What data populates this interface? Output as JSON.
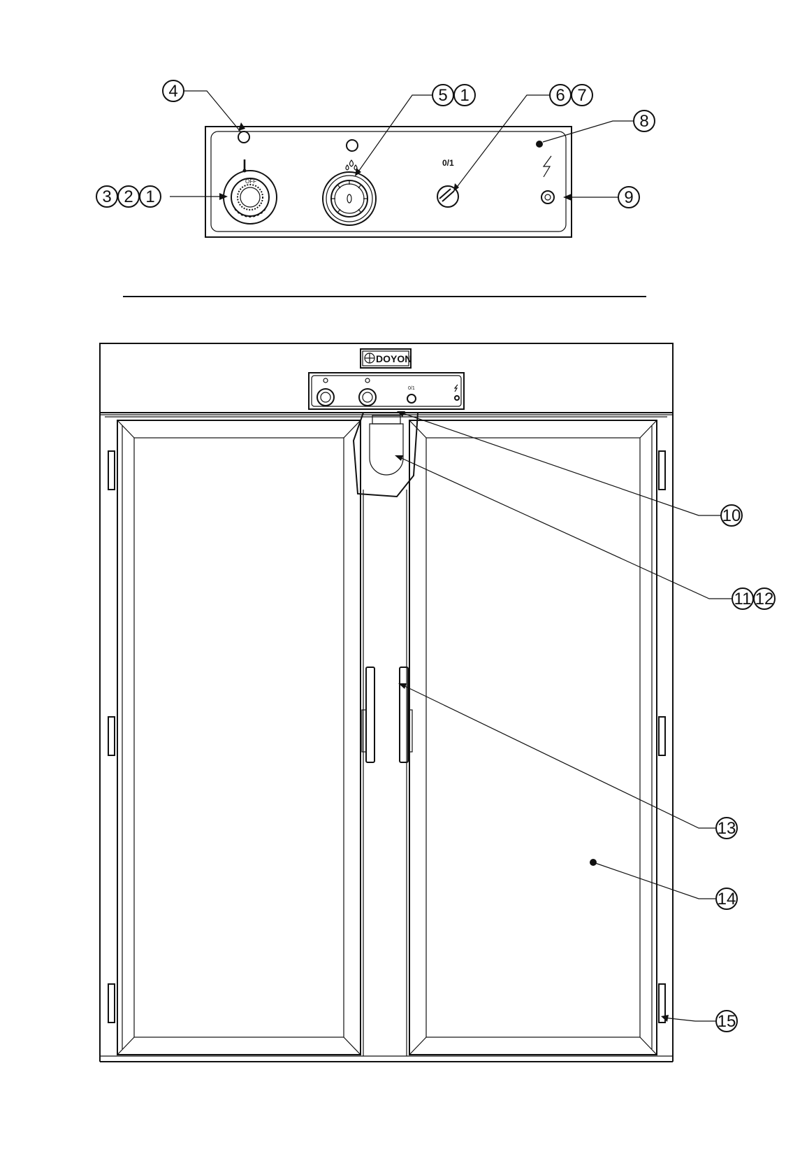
{
  "brand": "DOYON",
  "panel": {
    "switch_label": "0/1",
    "knob1_label": "OFF",
    "mini_switch_label": "0/1"
  },
  "callouts": [
    {
      "id": "c4",
      "nums": [
        "4"
      ]
    },
    {
      "id": "c51",
      "nums": [
        "5",
        "1"
      ]
    },
    {
      "id": "c67",
      "nums": [
        "6",
        "7"
      ]
    },
    {
      "id": "c8",
      "nums": [
        "8"
      ]
    },
    {
      "id": "c321",
      "nums": [
        "3",
        "2",
        "1"
      ]
    },
    {
      "id": "c9",
      "nums": [
        "9"
      ]
    },
    {
      "id": "c10",
      "nums": [
        "10"
      ]
    },
    {
      "id": "c1112",
      "nums": [
        "11",
        "12"
      ]
    },
    {
      "id": "c13",
      "nums": [
        "13"
      ]
    },
    {
      "id": "c14",
      "nums": [
        "14"
      ]
    },
    {
      "id": "c15",
      "nums": [
        "15"
      ]
    }
  ]
}
